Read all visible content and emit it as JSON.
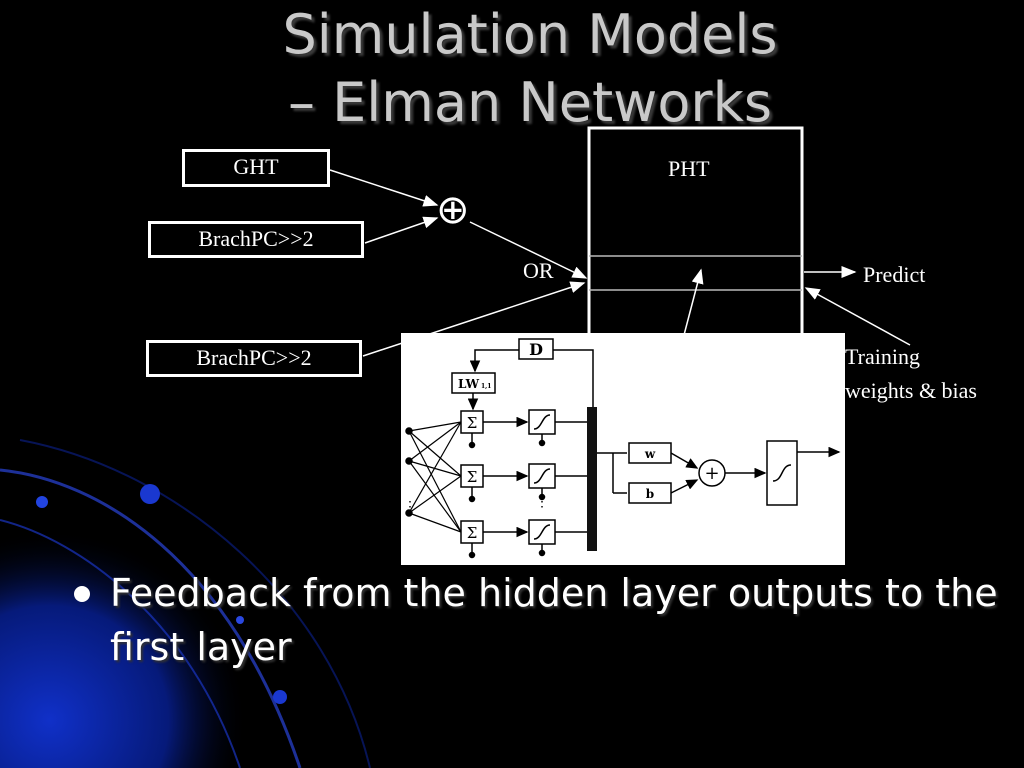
{
  "slide": {
    "title_line1": "Simulation Models",
    "title_line2": "– Elman Networks",
    "bullet": "Feedback from the hidden layer outputs to the first layer"
  },
  "diagram": {
    "ght": "GHT",
    "brach1": "BrachPC>>2",
    "brach2": "BrachPC>>2",
    "xor_symbol": "⊕",
    "or": "OR",
    "pht": "PHT",
    "predict": "Predict",
    "training_line1": "Training",
    "training_line2": "weights & bias"
  },
  "network": {
    "delay": "D",
    "lw": "LW",
    "lw_sub": "1,1",
    "sum": "Σ",
    "w": "w",
    "b": "b",
    "plus": "+",
    "dots": "⋮"
  },
  "colors": {
    "background": "#000000",
    "title": "#c9c9c9",
    "text": "#ffffff",
    "accent_blue": "#0a2aa8"
  }
}
